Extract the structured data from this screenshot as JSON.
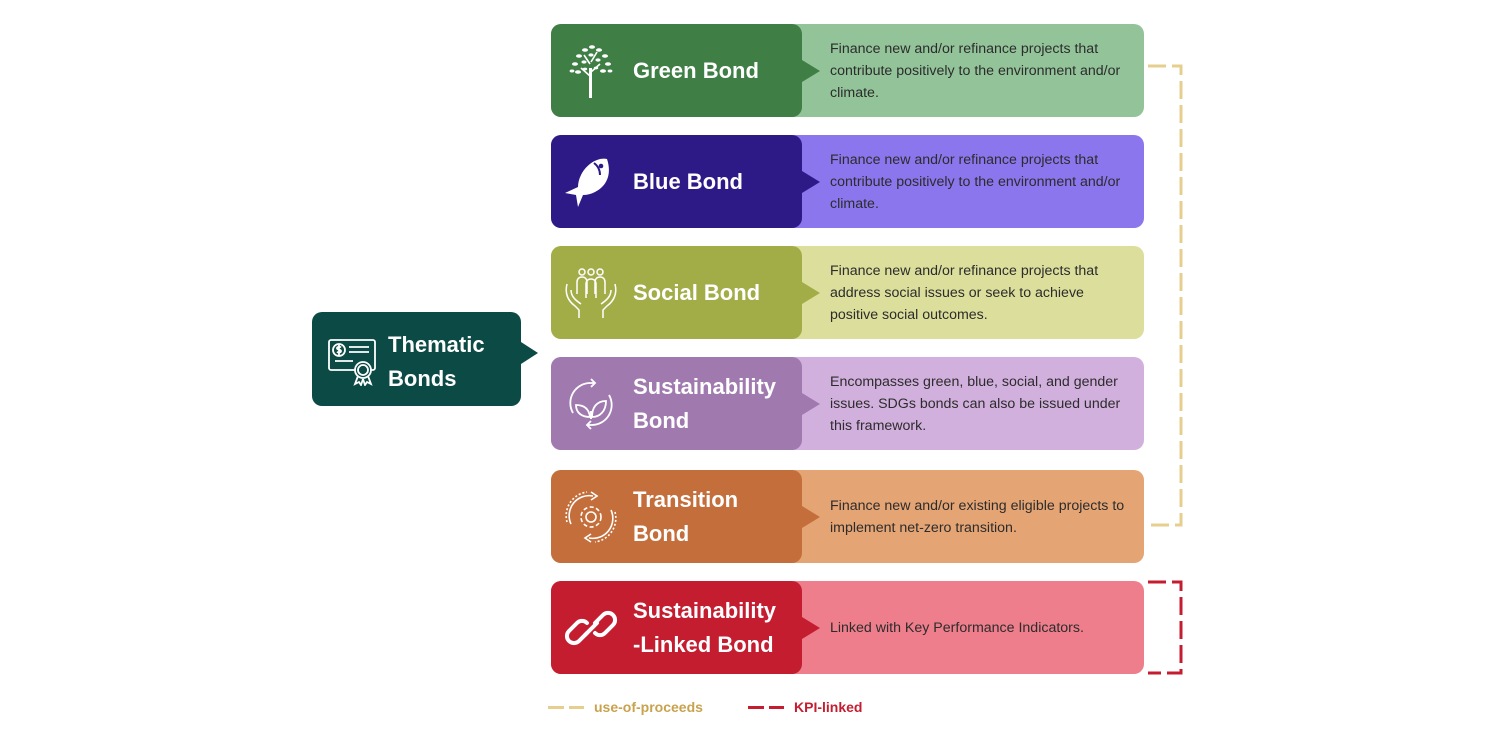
{
  "root": {
    "title": "Thematic Bonds",
    "title_lines": [
      "Thematic",
      "Bonds"
    ],
    "icon": "certificate-icon",
    "color": "#0b4a45"
  },
  "bonds": [
    {
      "name": "Green Bond",
      "title_lines": [
        "Green Bond"
      ],
      "icon": "tree-icon",
      "description": "Finance new and/or refinance projects that contribute positively to the environment and/or climate.",
      "label_color": "#3f7e45",
      "desc_color": "#93c499",
      "category": "use-of-proceeds"
    },
    {
      "name": "Blue Bond",
      "title_lines": [
        "Blue Bond"
      ],
      "icon": "fish-icon",
      "description": "Finance new and/or refinance projects that contribute positively to the environment and/or climate.",
      "label_color": "#2e1a87",
      "desc_color": "#8b76ee",
      "category": "use-of-proceeds"
    },
    {
      "name": "Social Bond",
      "title_lines": [
        "Social Bond"
      ],
      "icon": "people-in-hands-icon",
      "description": "Finance new and/or refinance projects that address social issues or seek to achieve positive social outcomes.",
      "label_color": "#a3ad48",
      "desc_color": "#dcdf9c",
      "category": "use-of-proceeds"
    },
    {
      "name": "Sustainability Bond",
      "title_lines": [
        "Sustainability",
        "Bond"
      ],
      "icon": "recycle-leaf-icon",
      "description": "Encompasses green, blue, social, and gender issues. SDGs bonds can also be issued under this framework.",
      "label_color": "#a07aaf",
      "desc_color": "#d2b0de",
      "category": "use-of-proceeds"
    },
    {
      "name": "Transition Bond",
      "title_lines": [
        "Transition",
        "Bond"
      ],
      "icon": "gear-cycle-icon",
      "description": "Finance new and/or existing eligible projects to implement net-zero transition.",
      "label_color": "#c46f3b",
      "desc_color": "#e5a474",
      "category": "use-of-proceeds"
    },
    {
      "name": "Sustainability-Linked Bond",
      "title_lines": [
        "Sustainability",
        "-Linked Bond"
      ],
      "icon": "chain-link-icon",
      "description": "Linked with Key Performance Indicators.",
      "label_color": "#c41d30",
      "desc_color": "#ee7e8c",
      "category": "KPI-linked"
    }
  ],
  "legend": [
    {
      "label": "use-of-proceeds",
      "line_color": "#e6cf8e",
      "text_color": "#c9a24e"
    },
    {
      "label": "KPI-linked",
      "line_color": "#c41d30",
      "text_color": "#c41d30"
    }
  ]
}
